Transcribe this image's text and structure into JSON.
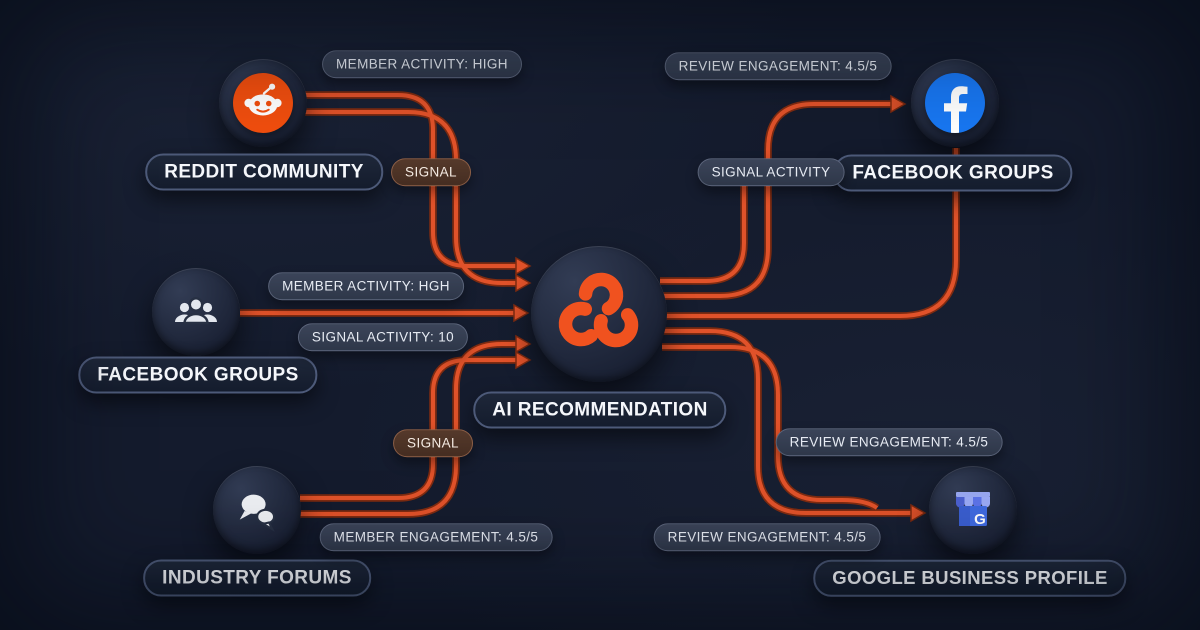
{
  "meta": {
    "description": "Flow diagram of community signals feeding an AI recommendation engine"
  },
  "colors": {
    "background": "#141b2d",
    "wire": "#e0522a",
    "wire_shadow": "#7e2b11",
    "reddit_orange": "#f14e0e",
    "facebook_blue": "#1877f2",
    "google_blue": "#3f6ae0",
    "badge_bg": "#343d52",
    "signal_badge_bg": "#4b3226",
    "logo_orange": "#f0521f"
  },
  "nodes": {
    "reddit": {
      "label": "REDDIT COMMUNITY",
      "icon": "reddit-icon"
    },
    "facebook_top": {
      "label": "FACEBOOK GROUPS",
      "icon": "facebook-icon"
    },
    "facebook_left": {
      "label": "FACEBOOK GROUPS",
      "icon": "people-icon"
    },
    "ai": {
      "label": "AI RECOMMENDATION",
      "icon": "ai-logo-icon"
    },
    "industry": {
      "label": "INDUSTRY FORUMS",
      "icon": "chat-icon"
    },
    "google_business": {
      "label": "GOOGLE BUSINESS PROFILE",
      "icon": "google-business-icon"
    }
  },
  "badges": {
    "member_activity_high": "MEMBER ACTIVITY: HIGH",
    "signal_top": "SIGNAL",
    "review_engagement_top": "REVIEW ENGAGEMENT: 4.5/5",
    "signal_activity": "SIGNAL ACTIVITY",
    "member_activity_hgh": "MEMBER ACTIVITY: HGH",
    "signal_activity_10": "SIGNAL ACTIVITY: 10",
    "signal_bottom": "SIGNAL",
    "member_engagement": "MEMBER ENGAGEMENT: 4.5/5",
    "review_engagement_mid": "REVIEW ENGAGEMENT: 4.5/5",
    "review_engagement_low": "REVIEW ENGAGEMENT: 4.5/5"
  },
  "icons": {
    "google_g": "G"
  }
}
